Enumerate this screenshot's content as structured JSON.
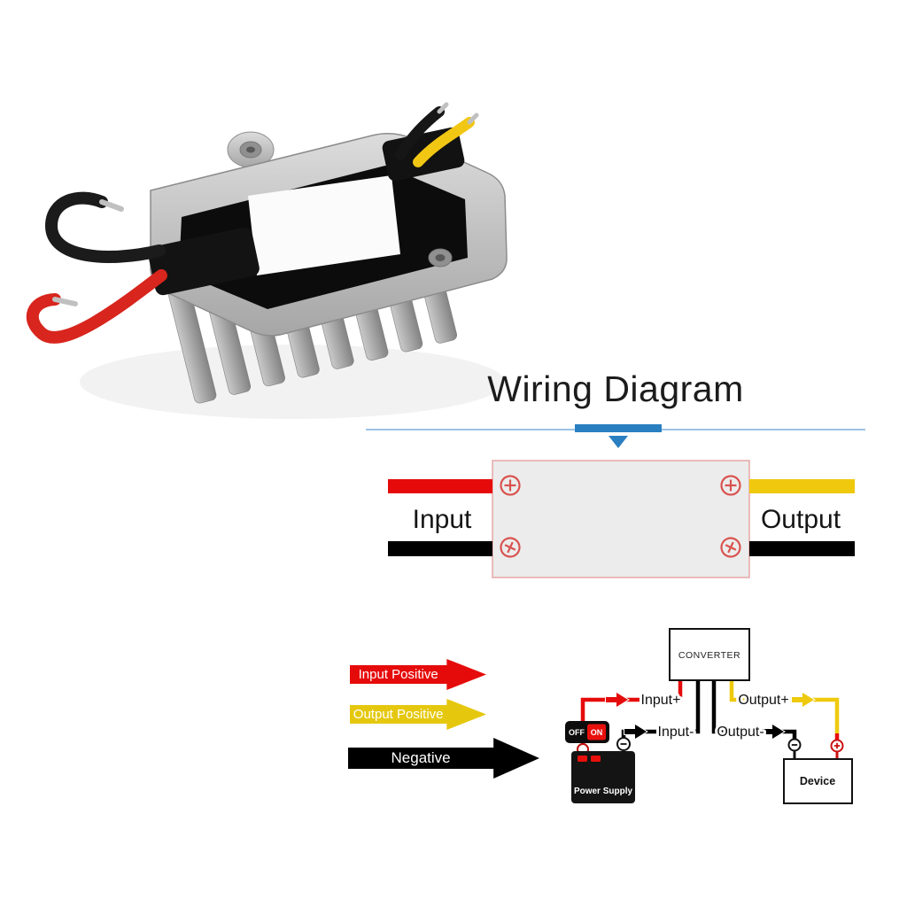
{
  "title": "Wiring Diagram",
  "block_diagram": {
    "input_label": "Input",
    "output_label": "Output"
  },
  "legend": {
    "items": [
      {
        "name": "input-positive",
        "label": "Input Positive",
        "color": "#e60b0b"
      },
      {
        "name": "output-positive",
        "label": "Output Positive",
        "color": "#e5c80e"
      },
      {
        "name": "negative",
        "label": "Negative",
        "color": "#000000"
      }
    ]
  },
  "schematic": {
    "converter_label": "CONVERTER",
    "labels": {
      "input_pos": "Input+",
      "input_neg": "Input-",
      "output_pos": "Output+",
      "output_neg": "Output-"
    },
    "switch": {
      "off": "OFF",
      "on": "ON"
    },
    "power_supply_label": "Power Supply",
    "device_label": "Device"
  },
  "colors": {
    "wire_red": "#e60b0b",
    "wire_yellow": "#eec90e",
    "wire_black": "#000000",
    "divider_blue": "#2a7fc1",
    "divider_light_blue": "#9dc3e4",
    "module_fill": "#ececec",
    "module_border": "#e8a7a7",
    "terminal_red": "#d9534f"
  }
}
